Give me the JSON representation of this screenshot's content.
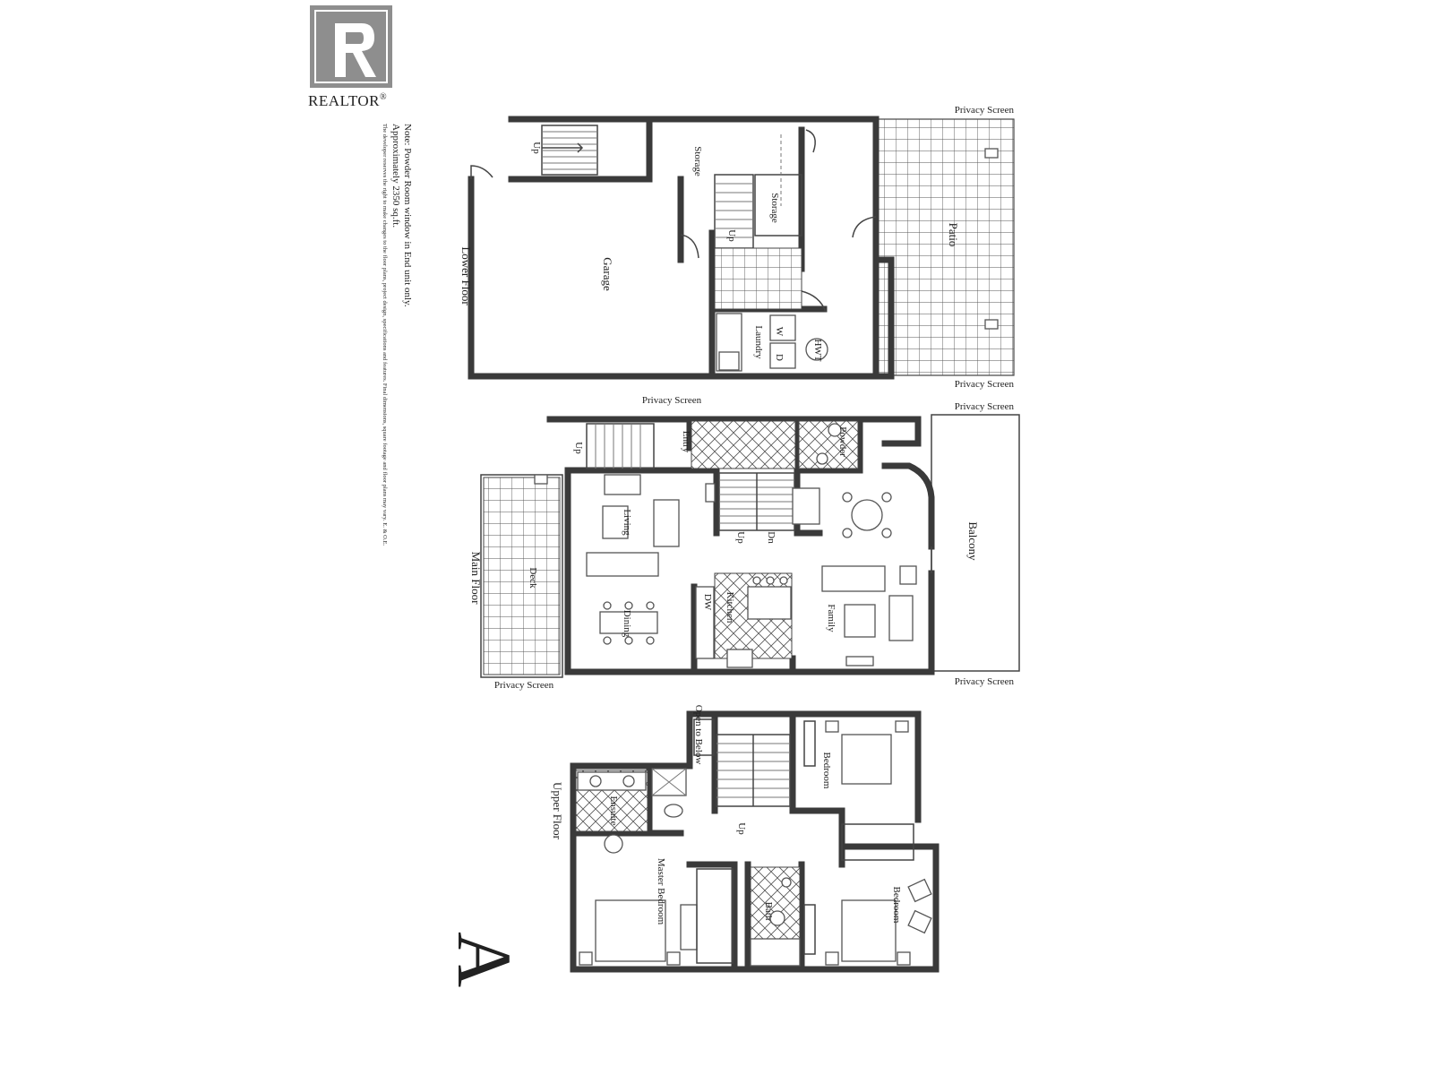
{
  "logo": {
    "text": "REALTOR",
    "mark": "®"
  },
  "notes": {
    "line1": "Note: Powder Room window in End unit only.",
    "line2": "Approximately 2350 sq.ft.",
    "fine_print": "The developer reserves the right to make changes to the floor plans, project design, specifications and features. Final dimensions, square footage and floor plans may vary. E. & O.E."
  },
  "plan_letter": "A",
  "floors": {
    "lower": {
      "name": "Lower Floor",
      "rooms": {
        "garage": "Garage",
        "storage_top": "Storage",
        "storage_inner": "Storage",
        "patio": "Patio",
        "laundry": "Laundry",
        "washer": "W",
        "dryer": "D",
        "hot_water": "HWT",
        "stair_up": "Up",
        "stair_up_2": "Up"
      },
      "privacy_top": "Privacy Screen",
      "privacy_bottom": "Privacy Screen"
    },
    "main": {
      "name": "Main Floor",
      "rooms": {
        "living": "Living",
        "dining": "Dining",
        "kitchen": "Kitchen",
        "family": "Family",
        "balcony": "Balcony",
        "deck": "Deck",
        "entry": "Entry",
        "powder": "Powder",
        "dw": "DW",
        "stair_up": "Up",
        "stair_dn": "Dn",
        "stair_up_ext": "Up"
      },
      "privacy_top_left": "Privacy Screen",
      "privacy_top_right": "Privacy Screen",
      "privacy_bottom_left": "Privacy Screen",
      "privacy_bottom_right": "Privacy Screen"
    },
    "upper": {
      "name": "Upper Floor",
      "rooms": {
        "master": "Master Bedroom",
        "ensuite": "Ensuite",
        "bath": "Bath",
        "bedroom1": "Bedroom",
        "bedroom2": "Bedroom",
        "open_below": "Open to Below",
        "stair_up": "Up"
      }
    }
  }
}
